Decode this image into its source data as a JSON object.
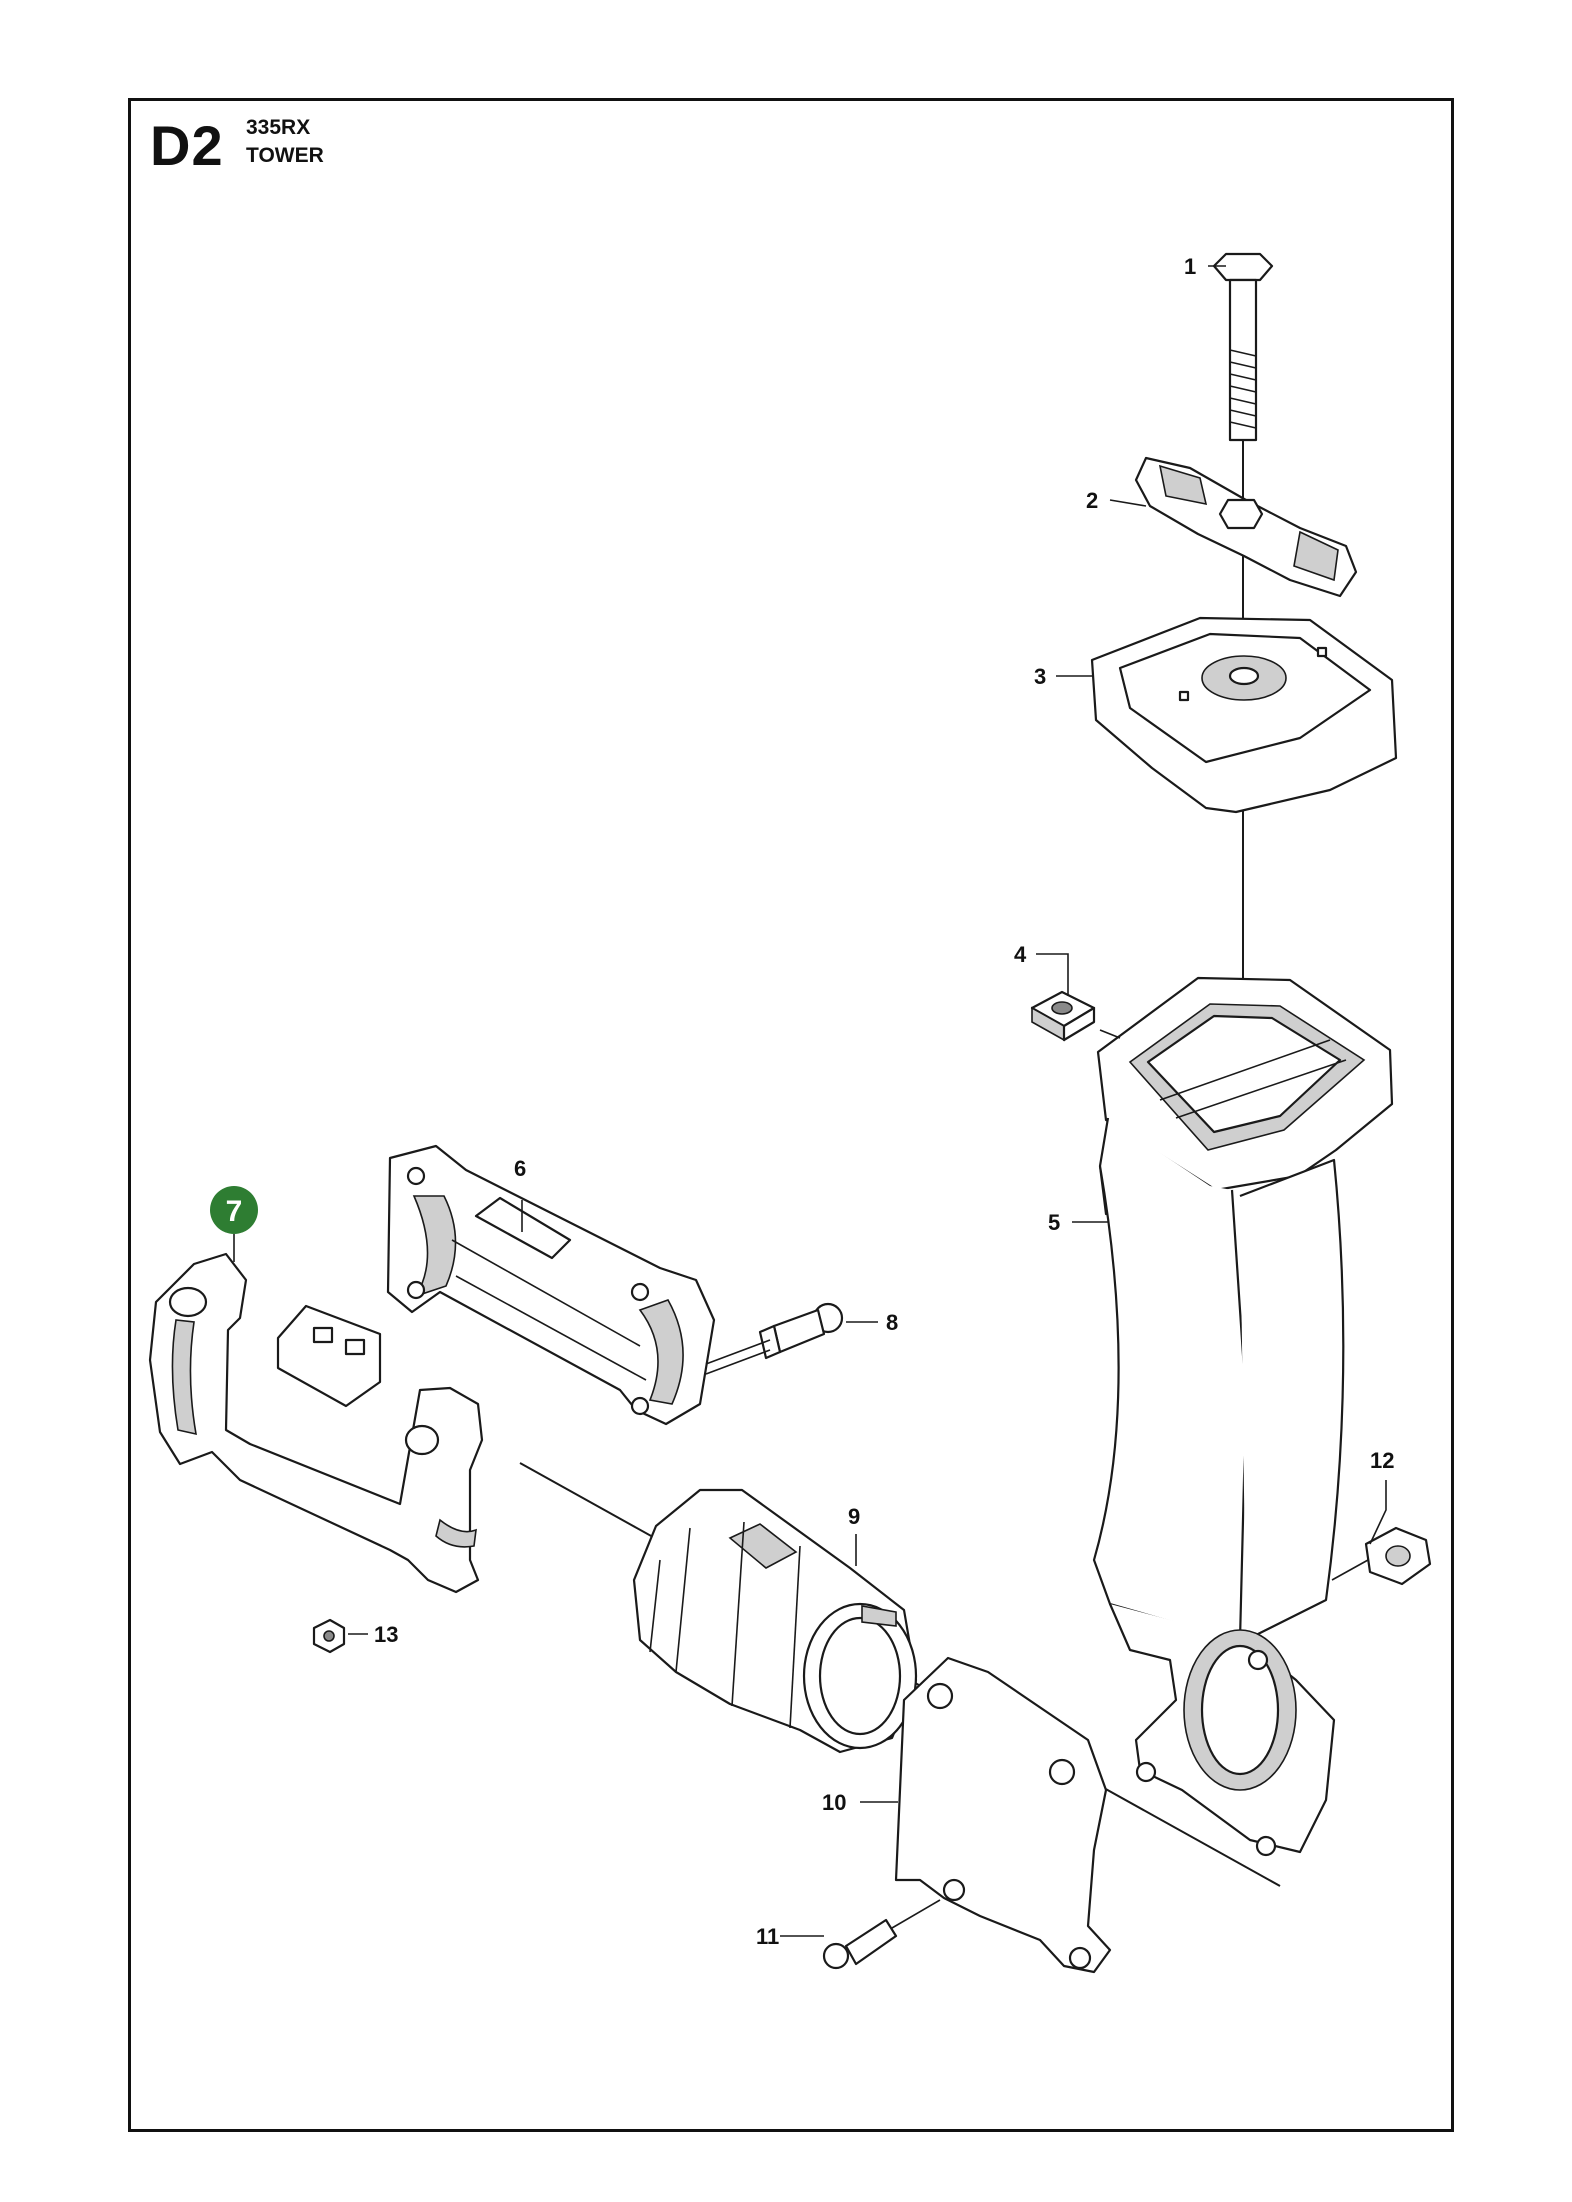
{
  "section": {
    "code": "D2",
    "model": "335RX",
    "name": "TOWER"
  },
  "highlight": {
    "number": "7",
    "color": "#2e7d32"
  },
  "callouts": [
    "1",
    "2",
    "3",
    "4",
    "5",
    "6",
    "8",
    "9",
    "10",
    "11",
    "12",
    "13"
  ],
  "colors": {
    "line": "#1a1a1a",
    "shade": "#cfcfcf",
    "highlight": "#2e7d32"
  }
}
